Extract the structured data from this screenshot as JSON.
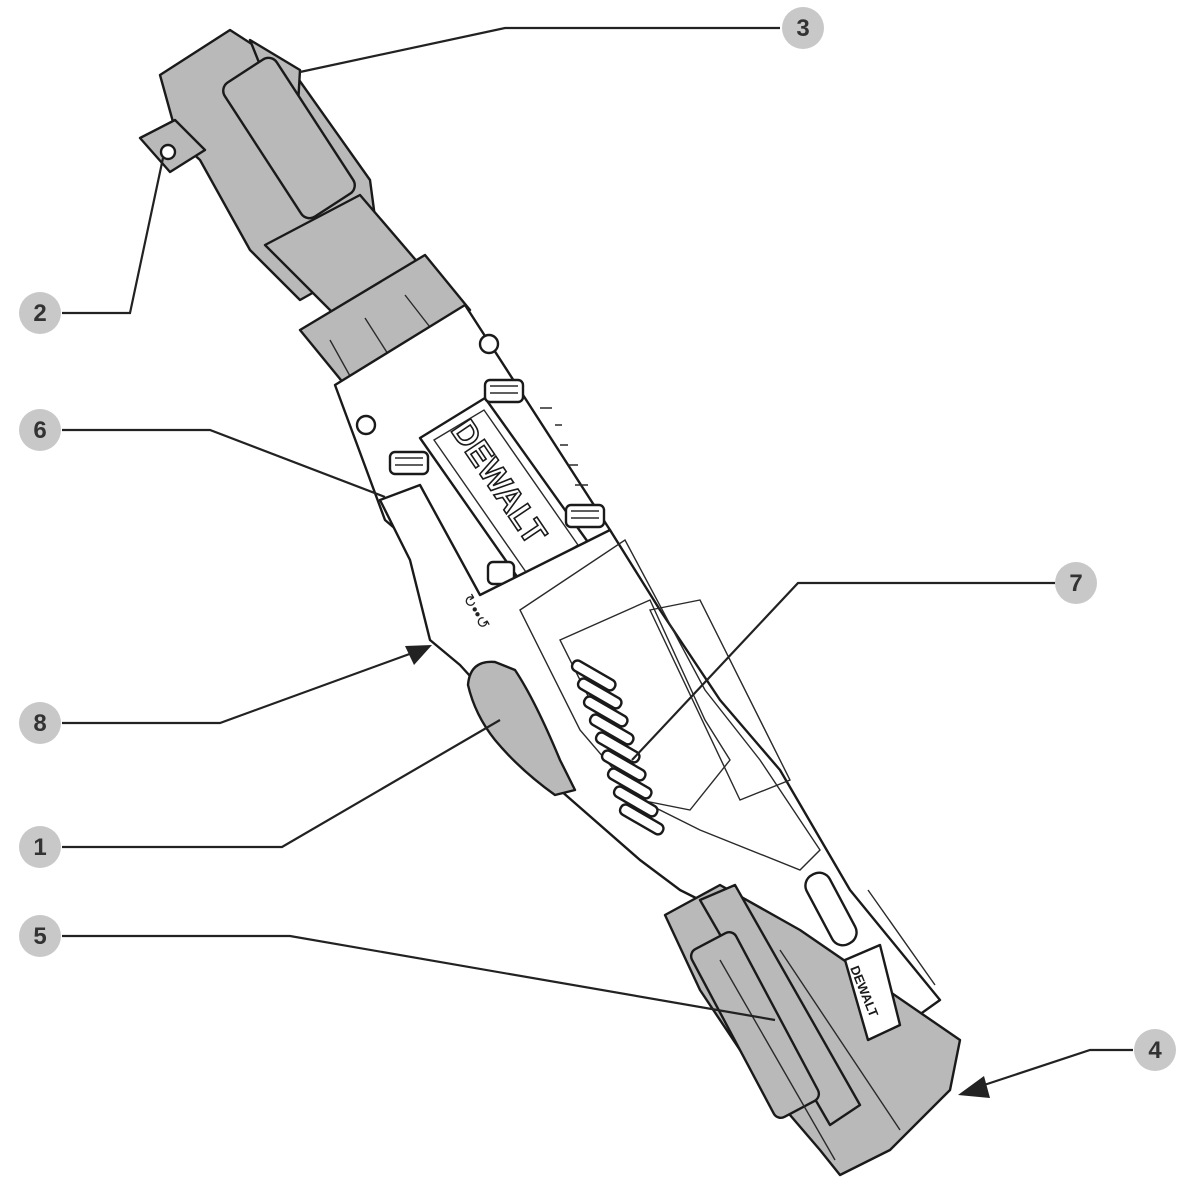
{
  "brand": {
    "main_logo": "DEWALT",
    "battery_logo": "DEWALT"
  },
  "colors": {
    "callout_fill": "#c8c8c8",
    "part_gray": "#b9b9b9",
    "outline": "#1a1a1a"
  },
  "callouts": [
    {
      "id": "callout-1",
      "label": "1"
    },
    {
      "id": "callout-2",
      "label": "2"
    },
    {
      "id": "callout-3",
      "label": "3"
    },
    {
      "id": "callout-4",
      "label": "4"
    },
    {
      "id": "callout-5",
      "label": "5"
    },
    {
      "id": "callout-6",
      "label": "6"
    },
    {
      "id": "callout-7",
      "label": "7"
    },
    {
      "id": "callout-8",
      "label": "8"
    }
  ]
}
